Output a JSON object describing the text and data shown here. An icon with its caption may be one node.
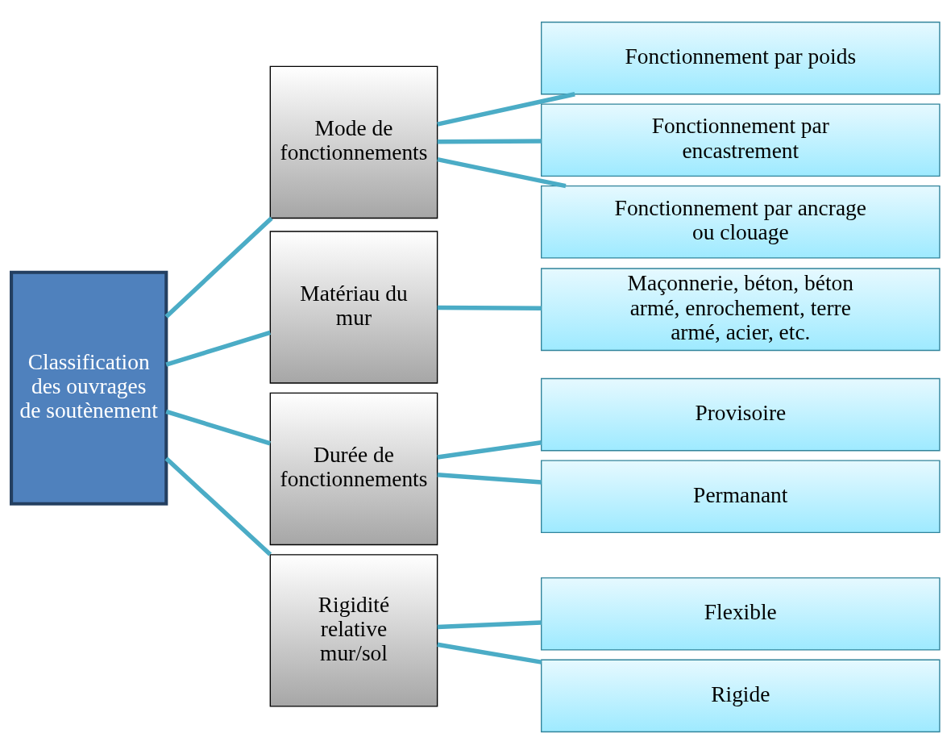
{
  "diagram": {
    "nodes": [
      {
        "text": [
          "Classification des ouvrages de soutènement"
        ]
      },
      {
        "text": [
          "Mode de fonctionnements"
        ]
      },
      {
        "text": [
          "Matériau du mur"
        ]
      },
      {
        "text": [
          "Durée de fonctionnements"
        ]
      },
      {
        "text": [
          "Rigidité relative mur/sol"
        ]
      },
      {
        "text": [
          "Fonctionnement par poids"
        ]
      },
      {
        "text": [
          "Fonctionnement par encastrement"
        ]
      },
      {
        "text": [
          "Fonctionnement par ancrage ou clouage"
        ]
      },
      {
        "text": [
          "Maçonnerie, béton, béton armé, enrochement, terre armé, acier, etc."
        ]
      },
      {
        "text": [
          "Provisoire"
        ]
      },
      {
        "text": [
          "Permanant"
        ]
      },
      {
        "text": [
          "Flexible"
        ]
      },
      {
        "text": [
          "Rigide"
        ]
      }
    ],
    "edges": [
      {
        "from": 0,
        "to": 1,
        "arrow": "none"
      },
      {
        "from": 0,
        "to": 2,
        "arrow": "none"
      },
      {
        "from": 0,
        "to": 3,
        "arrow": "none"
      },
      {
        "from": 0,
        "to": 4,
        "arrow": "none"
      },
      {
        "from": 1,
        "to": 5,
        "arrow": "none"
      },
      {
        "from": 1,
        "to": 6,
        "arrow": "none"
      },
      {
        "from": 1,
        "to": 7,
        "arrow": "none"
      },
      {
        "from": 2,
        "to": 8,
        "arrow": "none"
      },
      {
        "from": 3,
        "to": 9,
        "arrow": "none"
      },
      {
        "from": 3,
        "to": 10,
        "arrow": "none"
      },
      {
        "from": 4,
        "to": 11,
        "arrow": "none"
      },
      {
        "from": 4,
        "to": 12,
        "arrow": "none"
      }
    ]
  }
}
